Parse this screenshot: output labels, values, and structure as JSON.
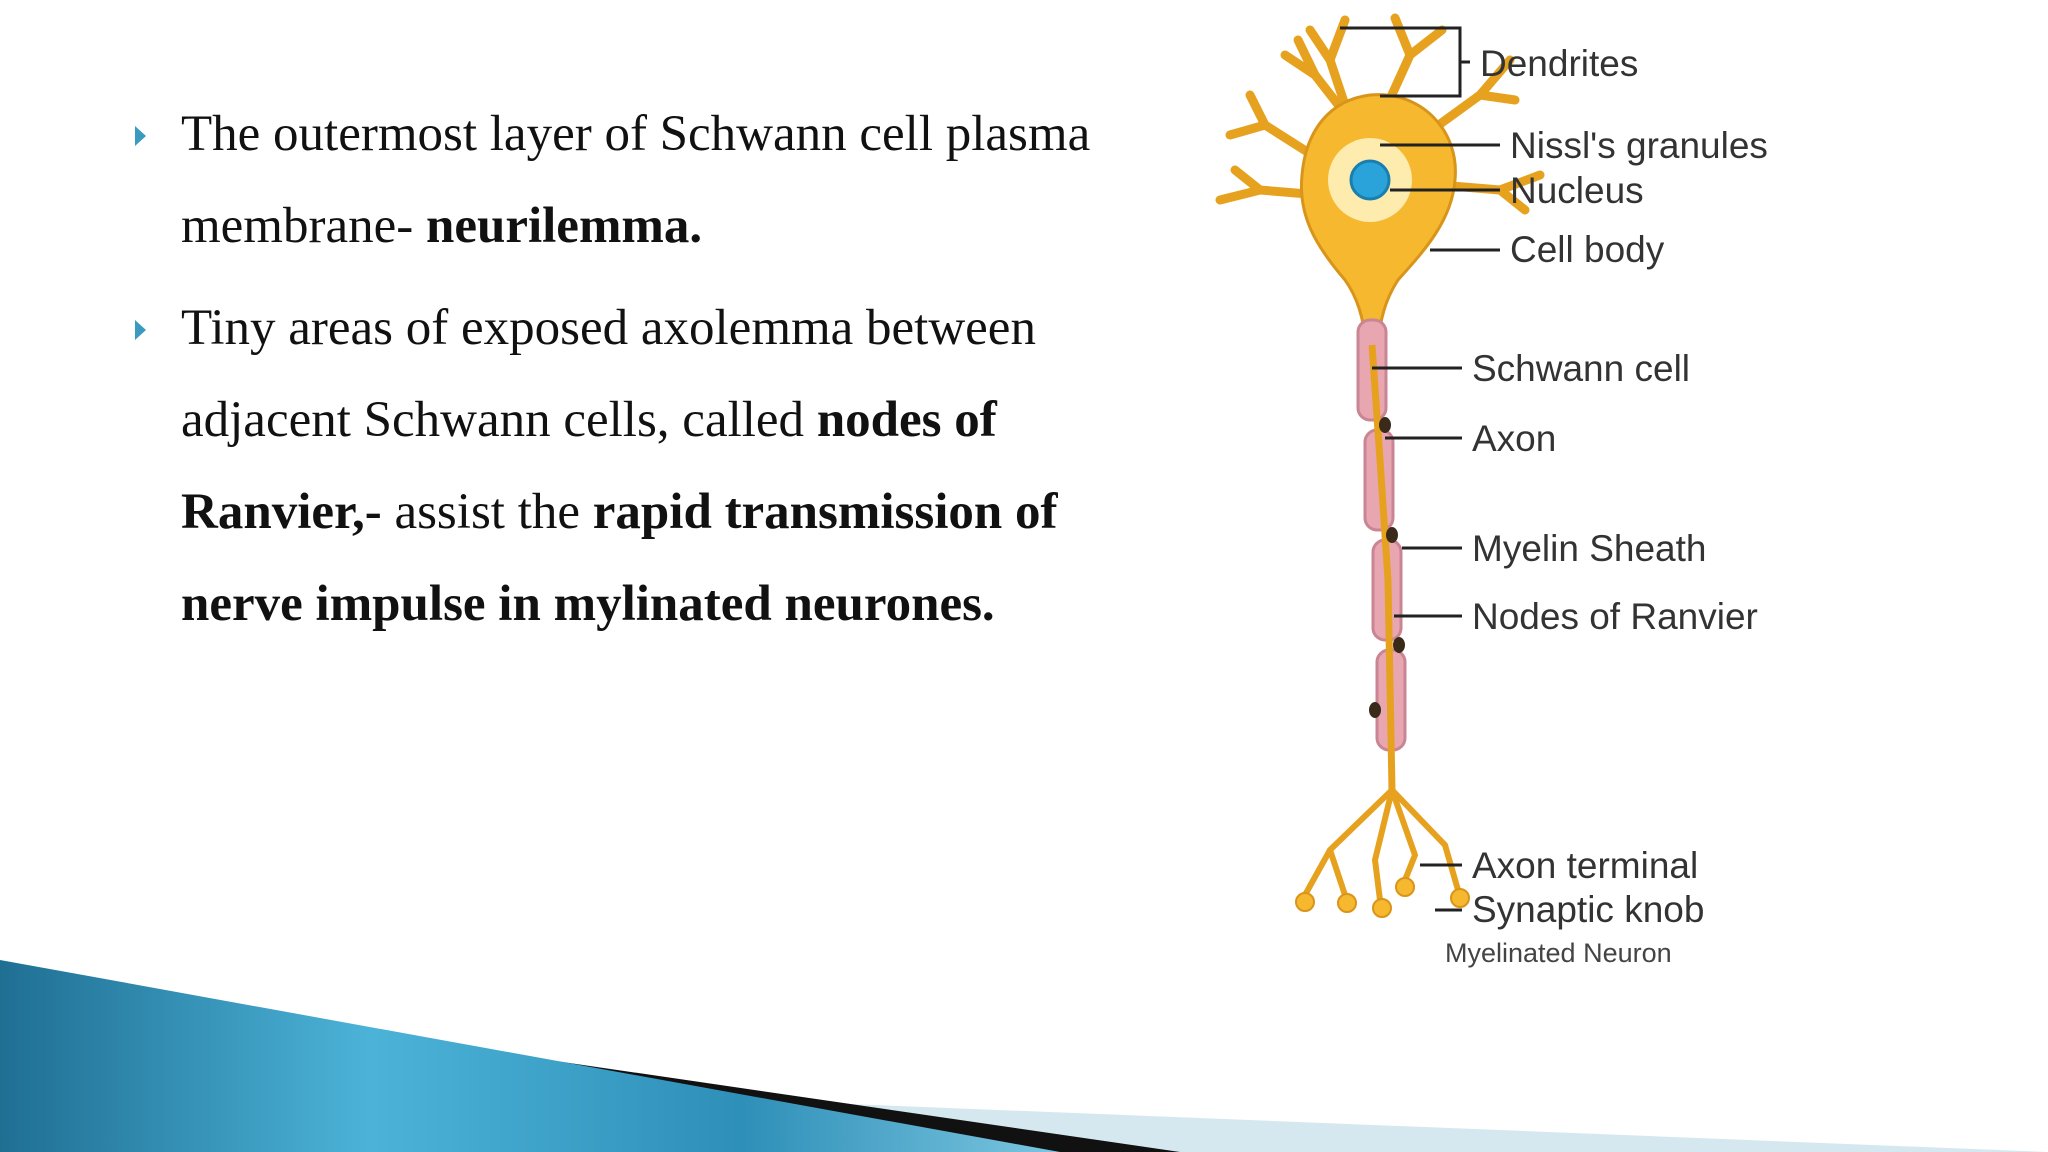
{
  "bullets": [
    {
      "segments": [
        {
          "text": "The outermost layer of Schwann cell plasma membrane- ",
          "bold": false
        },
        {
          "text": "neurilemma.",
          "bold": true
        }
      ]
    },
    {
      "segments": [
        {
          "text": "Tiny areas of exposed axolemma between adjacent Schwann cells, called ",
          "bold": false
        },
        {
          "text": "nodes of Ranvier,- ",
          "bold": true
        },
        {
          "text": "assist the ",
          "bold": false
        },
        {
          "text": "rapid transmission of nerve impulse in mylinated neurones.",
          "bold": true
        }
      ]
    }
  ],
  "figure": {
    "labels": {
      "dendrites": "Dendrites",
      "nissl": "Nissl's granules",
      "nucleus": "Nucleus",
      "cell_body": "Cell body",
      "schwann": "Schwann cell",
      "axon": "Axon",
      "myelin": "Myelin Sheath",
      "nodes": "Nodes of Ranvier",
      "axon_terminal": "Axon terminal",
      "synaptic_knob": "Synaptic knob"
    },
    "caption": "Myelinated Neuron"
  },
  "colors": {
    "bullet_marker": "#3a9bbf",
    "neuron_fill": "#f5b82e",
    "neuron_stroke": "#d9941a",
    "myelin": "#e8a6b0",
    "nucleus": "#29a3d9",
    "deco_blue": "#2e8fb8",
    "deco_black": "#111111",
    "deco_light": "#d6e8ef"
  }
}
